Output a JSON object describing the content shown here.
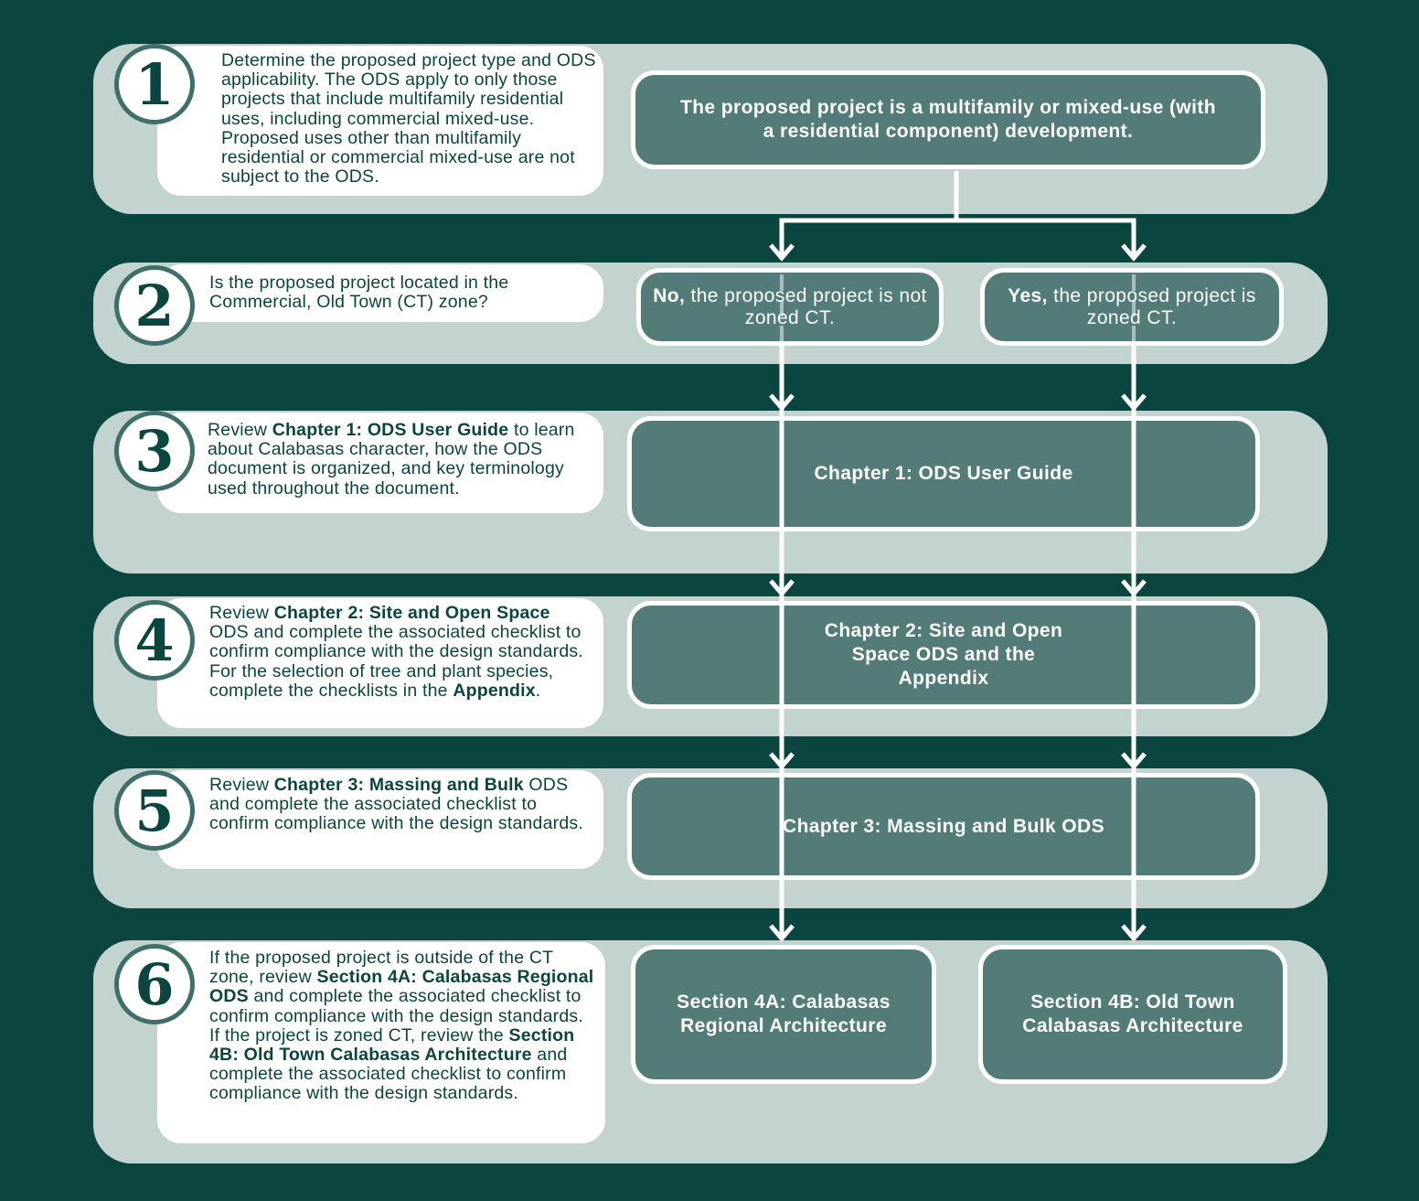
{
  "steps": [
    {
      "number": "1",
      "description": [
        "Determine the proposed project type and ODS applicability.  The ODS apply to only those projects that include multifamily residential uses, including commercial mixed-use. Proposed uses other than multifamily residential or commercial mixed-use are not subject to the ODS."
      ],
      "box": "The proposed project is a multifamily or mixed-use (with a residential component) development."
    },
    {
      "number": "2",
      "description": [
        "Is the proposed project located in the Commercial, Old Town (CT) zone?"
      ],
      "box_no": {
        "lead": "No,",
        "rest": " the proposed project is not zoned CT."
      },
      "box_yes": {
        "lead": "Yes,",
        "rest": " the proposed project is zoned CT."
      }
    },
    {
      "number": "3",
      "description": [
        "Review ",
        "Chapter 1: ODS User Guide",
        " to learn about Calabasas character, how the ODS document is organized, and key terminology used throughout the document."
      ],
      "box": "Chapter 1: ODS User Guide"
    },
    {
      "number": "4",
      "description": [
        "Review ",
        "Chapter 2: Site and Open Space",
        " ODS and complete the associated checklist to confirm compliance with the design standards. For the selection of tree and plant species, complete the checklists in the ",
        "Appendix",
        "."
      ],
      "box": "Chapter 2: Site and Open Space ODS and the Appendix"
    },
    {
      "number": "5",
      "description": [
        "Review ",
        "Chapter 3: Massing and Bulk",
        " ODS and complete the associated checklist to confirm compliance with the design standards."
      ],
      "box": "Chapter 3: Massing and Bulk ODS"
    },
    {
      "number": "6",
      "description": [
        "If the proposed project is outside of the CT zone, review ",
        "Section 4A: Calabasas Regional ODS",
        " and complete the associated checklist to confirm compliance with the design standards. If the project is zoned CT, review the ",
        "Section 4B: Old Town Calabasas Architecture",
        " and complete the associated checklist to confirm compliance with the design standards."
      ],
      "box_4a": "Section 4A: Calabasas Regional Architecture",
      "box_4b": "Section 4B: Old Town Calabasas Architecture"
    }
  ]
}
